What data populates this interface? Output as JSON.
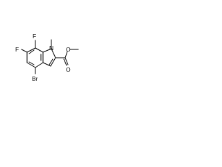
{
  "structure": {
    "atoms": {
      "fluorine_top": "F",
      "fluorine_left": "F",
      "nitrogen": "N",
      "bromine": "Br",
      "ester_carbonyl_oxygen": "O",
      "ester_ether_oxygen": "O"
    }
  }
}
